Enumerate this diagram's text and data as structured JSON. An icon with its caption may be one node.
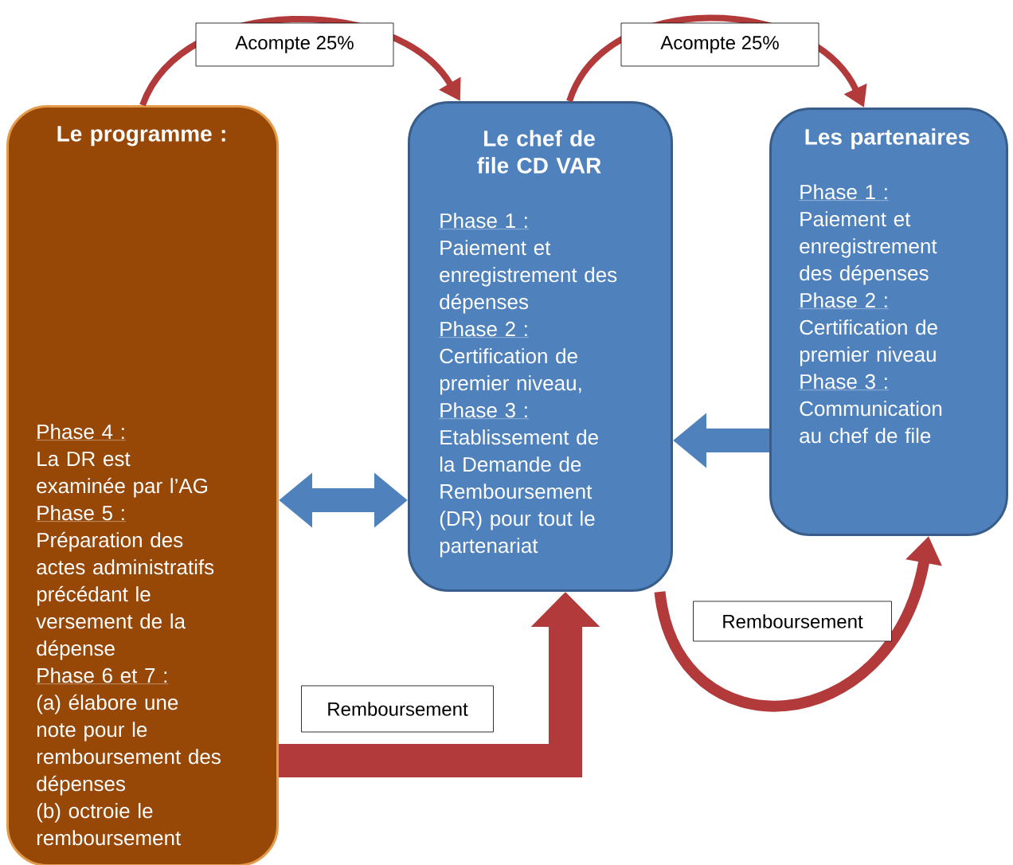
{
  "diagram": {
    "nodes": [
      {
        "text": [
          "Le programme :",
          "Phase 4 :",
          "La DR est examinée par l’AG",
          "Phase 5 :",
          "Préparation des actes administratifs précédant le versement de la dépense",
          "Phase 6 et 7 :",
          "(a) élabore une note pour le remboursement des dépenses",
          "(b) octroie le remboursement"
        ]
      },
      {
        "text": [
          "Le chef de file CD VAR",
          "Phase 1 :",
          "Paiement et enregistrement des dépenses",
          "Phase 2 :",
          "Certification de premier niveau,",
          "Phase 3 :",
          "Etablissement de la Demande de Remboursement (DR) pour tout le partenariat"
        ]
      },
      {
        "text": [
          "Les partenaires",
          "Phase 1 :",
          "Paiement et enregistrement des dépenses",
          "Phase 2 :",
          "Certification de premier niveau",
          "Phase 3 :",
          "Communication au chef de file"
        ]
      }
    ],
    "edges": [
      {
        "from": 0,
        "to": 1,
        "arrow": "to",
        "label": "Acompte 25%"
      },
      {
        "from": 1,
        "to": 2,
        "arrow": "to",
        "label": "Acompte 25%"
      },
      {
        "from": 0,
        "to": 1,
        "arrow": "both",
        "color": "#4f81bd",
        "style": "thick"
      },
      {
        "from": 2,
        "to": 1,
        "arrow": "to",
        "color": "#4f81bd",
        "style": "thick"
      },
      {
        "from": 0,
        "to": 1,
        "arrow": "to",
        "label": "Remboursement",
        "style": "thick"
      },
      {
        "from": 1,
        "to": 2,
        "arrow": "to",
        "label": "Remboursement"
      }
    ]
  }
}
